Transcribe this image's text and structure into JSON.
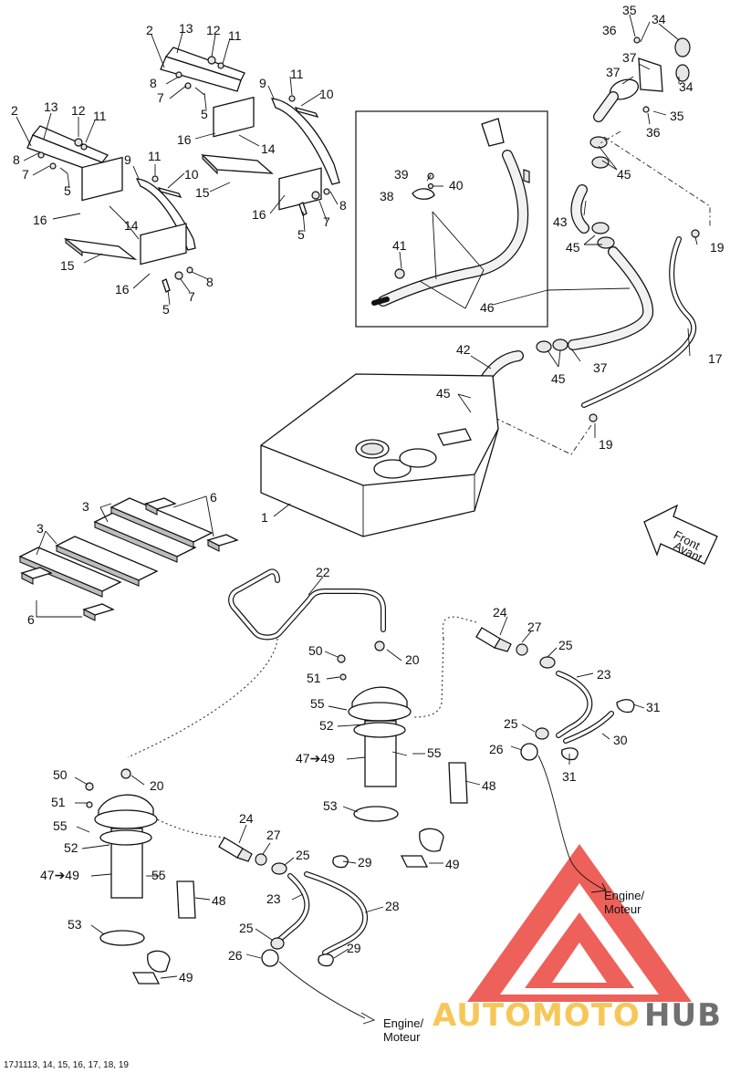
{
  "diagram_code": "17J1113, 14, 15, 16, 17, 18, 19",
  "direction_arrow": {
    "line1": "Front",
    "line2": "Avant"
  },
  "destinations": [
    {
      "line1": "Engine/",
      "line2": "Moteur"
    },
    {
      "line1": "Engine/",
      "line2": "Moteur"
    }
  ],
  "callouts": [
    "1",
    "2",
    "3",
    "5",
    "6",
    "7",
    "8",
    "9",
    "10",
    "11",
    "12",
    "13",
    "14",
    "15",
    "16",
    "17",
    "19",
    "20",
    "22",
    "23",
    "24",
    "25",
    "26",
    "27",
    "28",
    "29",
    "30",
    "31",
    "34",
    "35",
    "36",
    "37",
    "38",
    "39",
    "40",
    "41",
    "42",
    "43",
    "45",
    "46",
    "47➔49",
    "48",
    "49",
    "50",
    "51",
    "52",
    "53",
    "55"
  ],
  "watermark": {
    "prefix": "AUTOMOTO",
    "suffix": "HUB",
    "colors": {
      "triangle": "#e8231b",
      "prefix": "#f3b218",
      "suffix": "#3a3a3a"
    }
  }
}
